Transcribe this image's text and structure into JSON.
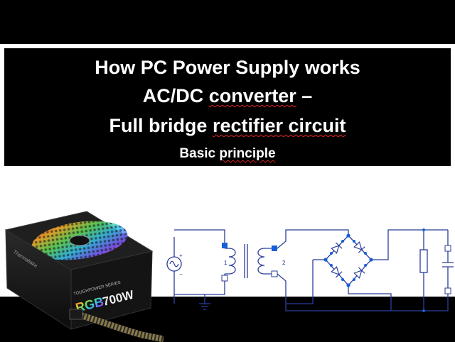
{
  "title": {
    "line1": "How PC Power Supply works",
    "line2_prefix": "AC/DC ",
    "line2_word": "converter",
    "line2_suffix": " –",
    "line3_prefix": "Full bridge ",
    "line3_word": "rectifier circuit",
    "line4_prefix": "Basic ",
    "line4_word": "principle"
  },
  "psu": {
    "brand_label": "Thermaltake",
    "series_label": "TOUGHPOWER SERIES",
    "rgb_label": "RGB",
    "wattage_label": "700W"
  },
  "circuit": {
    "winding1_label": "1",
    "winding2_label": "2",
    "source_plus": "+",
    "source_minus": "−"
  },
  "colors": {
    "background": "#000000",
    "title_text": "#ffffff",
    "wire": "#2b3d9a",
    "node": "#1460d8",
    "spellcheck": "#dd2222"
  }
}
